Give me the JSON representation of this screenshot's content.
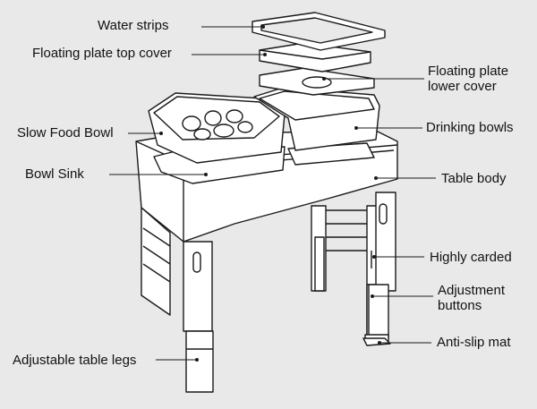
{
  "labels": {
    "water_strips": "Water strips",
    "floating_top_cover": "Floating plate top cover",
    "floating_lower_cover_line1": "Floating plate",
    "floating_lower_cover_line2": "lower cover",
    "slow_food_bowl": "Slow Food Bowl",
    "drinking_bowls": "Drinking bowls",
    "bowl_sink": "Bowl Sink",
    "table_body": "Table body",
    "highly_carded": "Highly carded",
    "adjustment_buttons_line1": "Adjustment",
    "adjustment_buttons_line2": "buttons",
    "anti_slip_mat": "Anti-slip mat",
    "adjustable_table_legs": "Adjustable table legs"
  },
  "colors": {
    "background": "#e9e9e9",
    "stroke": "#1a1a1a",
    "fill": "#ffffff"
  }
}
